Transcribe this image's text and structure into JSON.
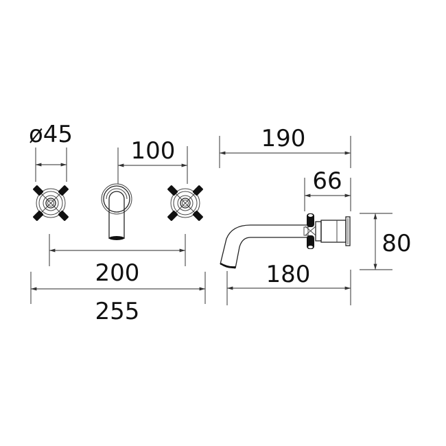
{
  "drawing": {
    "subject": "Wall mounted three hole basin mixer with crosshead handles",
    "colors": {
      "line": "#555555",
      "outline": "#222222",
      "text": "#111111",
      "background": "#ffffff"
    },
    "front_view": {
      "dimensions": {
        "handle_diameter": "ø45",
        "handle_to_spout": "100",
        "handle_centres": "200",
        "overall_width": "255"
      }
    },
    "side_view": {
      "dimensions": {
        "overall_projection": "190",
        "handle_projection": "66",
        "backplate_height": "80",
        "spout_projection": "180"
      }
    }
  }
}
